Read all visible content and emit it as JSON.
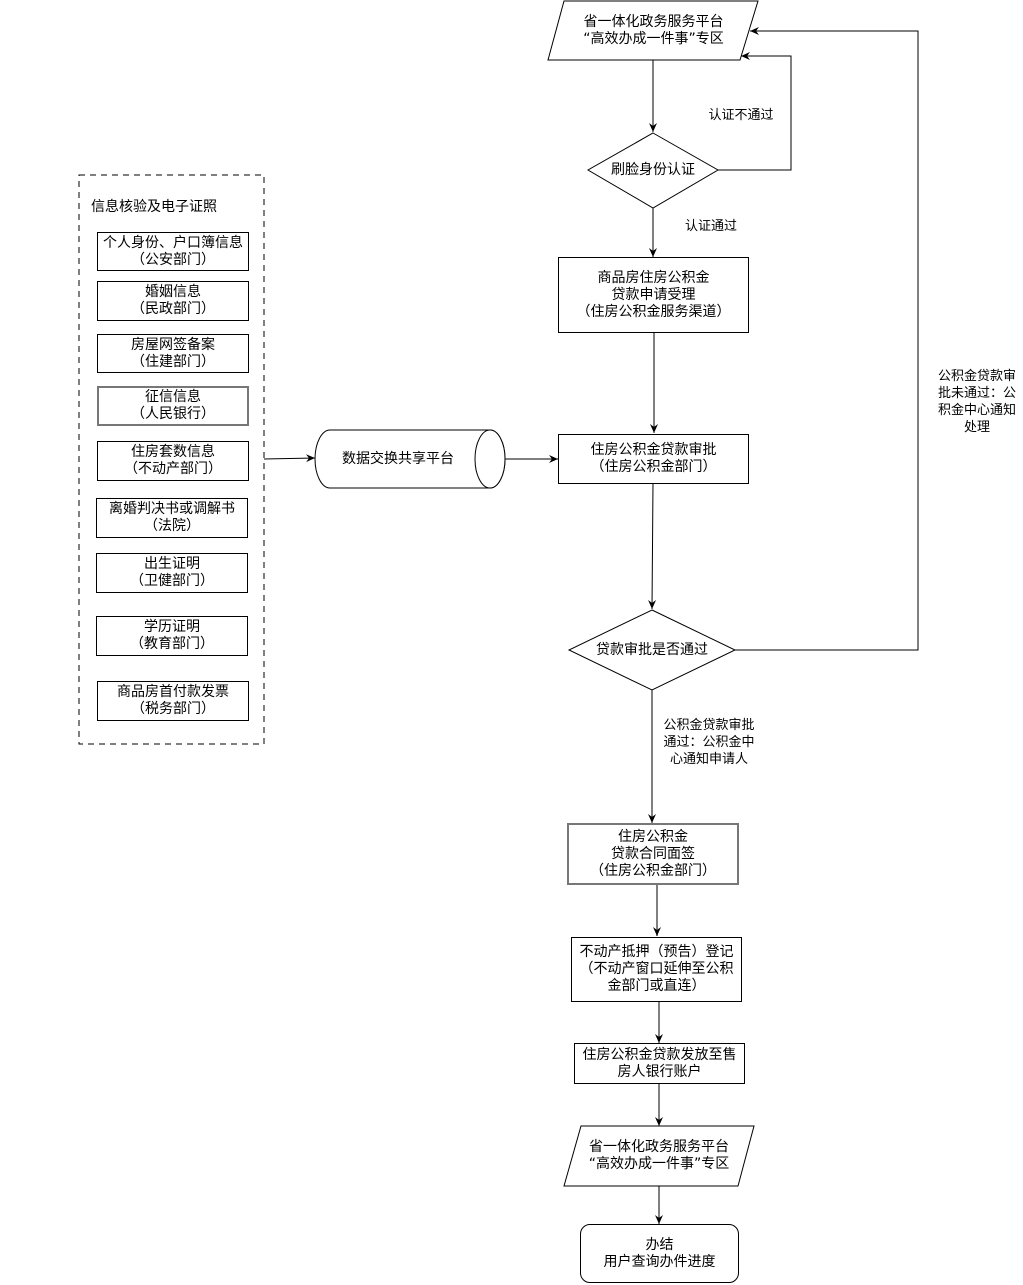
{
  "diagram": {
    "start_portal": {
      "line1": "省一体化政务服务平台",
      "line2": "“高效办成一件事”专区"
    },
    "face_auth": {
      "label": "刷脸身份认证"
    },
    "auth_fail_label": "认证不通过",
    "auth_pass_label": "认证通过",
    "application": {
      "line1": "商品房住房公积金",
      "line2": "贷款申请受理",
      "line3": "（住房公积金服务渠道）"
    },
    "info_group": {
      "title": "信息核验及电子证照",
      "items": [
        {
          "line1": "个人身份、户口簿信息",
          "line2": "（公安部门）"
        },
        {
          "line1": "婚姻信息",
          "line2": "（民政部门）"
        },
        {
          "line1": "房屋网签备案",
          "line2": "（住建部门）"
        },
        {
          "line1": "征信信息",
          "line2": "（人民银行）"
        },
        {
          "line1": "住房套数信息",
          "line2": "（不动产部门）"
        },
        {
          "line1": "离婚判决书或调解书",
          "line2": "（法院）"
        },
        {
          "line1": "出生证明",
          "line2": "（卫健部门）"
        },
        {
          "line1": "学历证明",
          "line2": "（教育部门）"
        },
        {
          "line1": "商品房首付款发票",
          "line2": "（税务部门）"
        }
      ]
    },
    "data_platform": {
      "label": "数据交换共享平台"
    },
    "loan_review": {
      "line1": "住房公积金贷款审批",
      "line2": "（住房公积金部门）"
    },
    "review_decision": {
      "label": "贷款审批是否通过"
    },
    "review_fail_label": {
      "line1": "公积金贷款审",
      "line2": "批未通过：公",
      "line3": "积金中心通知",
      "line4": "处理"
    },
    "review_pass_label": {
      "line1": "公积金贷款审批",
      "line2": "通过：公积金中",
      "line3": "心通知申请人"
    },
    "contract_sign": {
      "line1": "住房公积金",
      "line2": "贷款合同面签",
      "line3": "（住房公积金部门）"
    },
    "mortgage_register": {
      "line1": "不动产抵押（预告）登记",
      "line2": "（不动产窗口延伸至公积",
      "line3": "金部门或直连）"
    },
    "loan_disburse": {
      "line1": "住房公积金贷款发放至售",
      "line2": "房人银行账户"
    },
    "end_portal": {
      "line1": "省一体化政务服务平台",
      "line2": "“高效办成一件事”专区"
    },
    "complete": {
      "line1": "办结",
      "line2": "用户查询办件进度"
    }
  }
}
